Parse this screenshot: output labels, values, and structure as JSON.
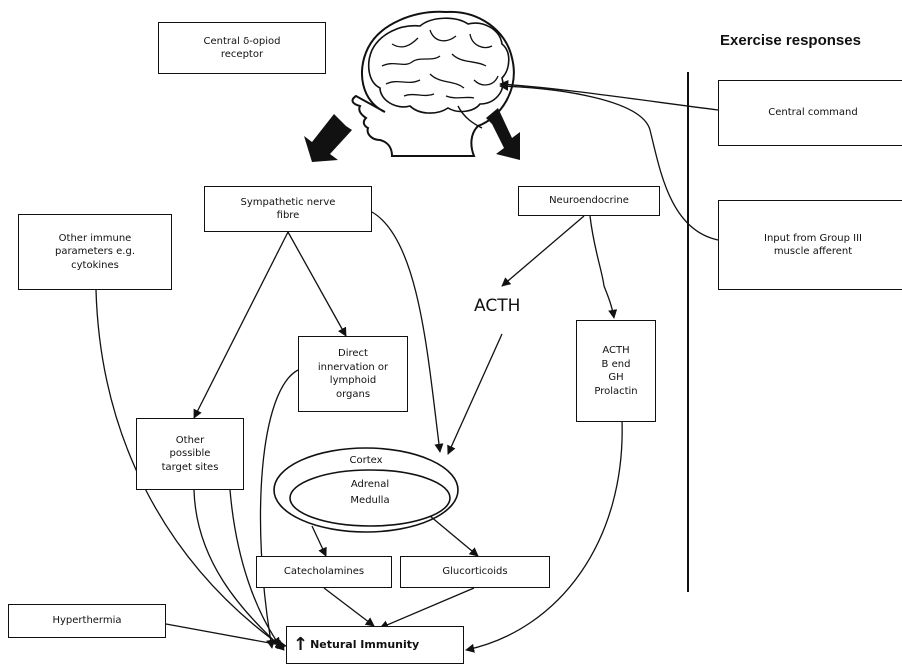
{
  "diagram": {
    "heading": "Exercise responses",
    "nodes": {
      "central_opioid": "Central δ-opiod\nreceptor",
      "central_command": "Central command",
      "group3_input": "Input from Group III\nmuscle afferent",
      "sympathetic": "Sympathetic nerve\nfibre",
      "neuroendocrine": "Neuroendocrine",
      "other_immune": "Other immune\nparameters e.g.\ncytokines",
      "acth_label": "ACTH",
      "direct_innervation": "Direct\ninnervation or\nlymphoid\norgans",
      "hormones": "ACTH\nB end\nGH\nProlactin",
      "other_targets": "Other\npossible\ntarget sites",
      "cortex": "Cortex",
      "adrenal_medulla": "Adrenal\nMedulla",
      "catecholamines": "Catecholamines",
      "glucocorticoids": "Glucorticoids",
      "hyperthermia": "Hyperthermia",
      "natural_arrow": "↑",
      "natural_immunity": "Netural Immunity"
    },
    "icons": {
      "brain": "head-with-brain-icon"
    },
    "colors": {
      "line": "#111111",
      "background": "#ffffff"
    }
  }
}
